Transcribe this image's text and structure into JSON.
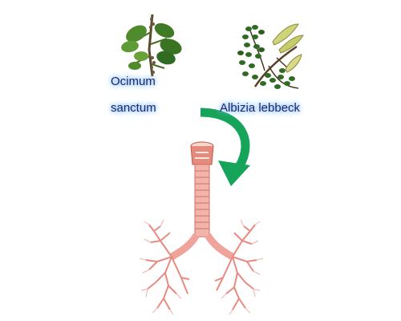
{
  "plants": [
    {
      "name_line1": "Ocimum",
      "name_line2": "sanctum"
    },
    {
      "name": "Albizia lebbeck"
    }
  ],
  "colors": {
    "arrow": "#16a35a",
    "airway": "#f0a39a",
    "airway_dark": "#d9655a",
    "leaf_dark": "#2f6b22",
    "leaf_light": "#6aa23a",
    "pod": "#cfd37a"
  },
  "icons": [
    "basil-plant-icon",
    "albizia-plant-icon",
    "curved-arrow-icon",
    "trachea-bronchi-icon"
  ]
}
